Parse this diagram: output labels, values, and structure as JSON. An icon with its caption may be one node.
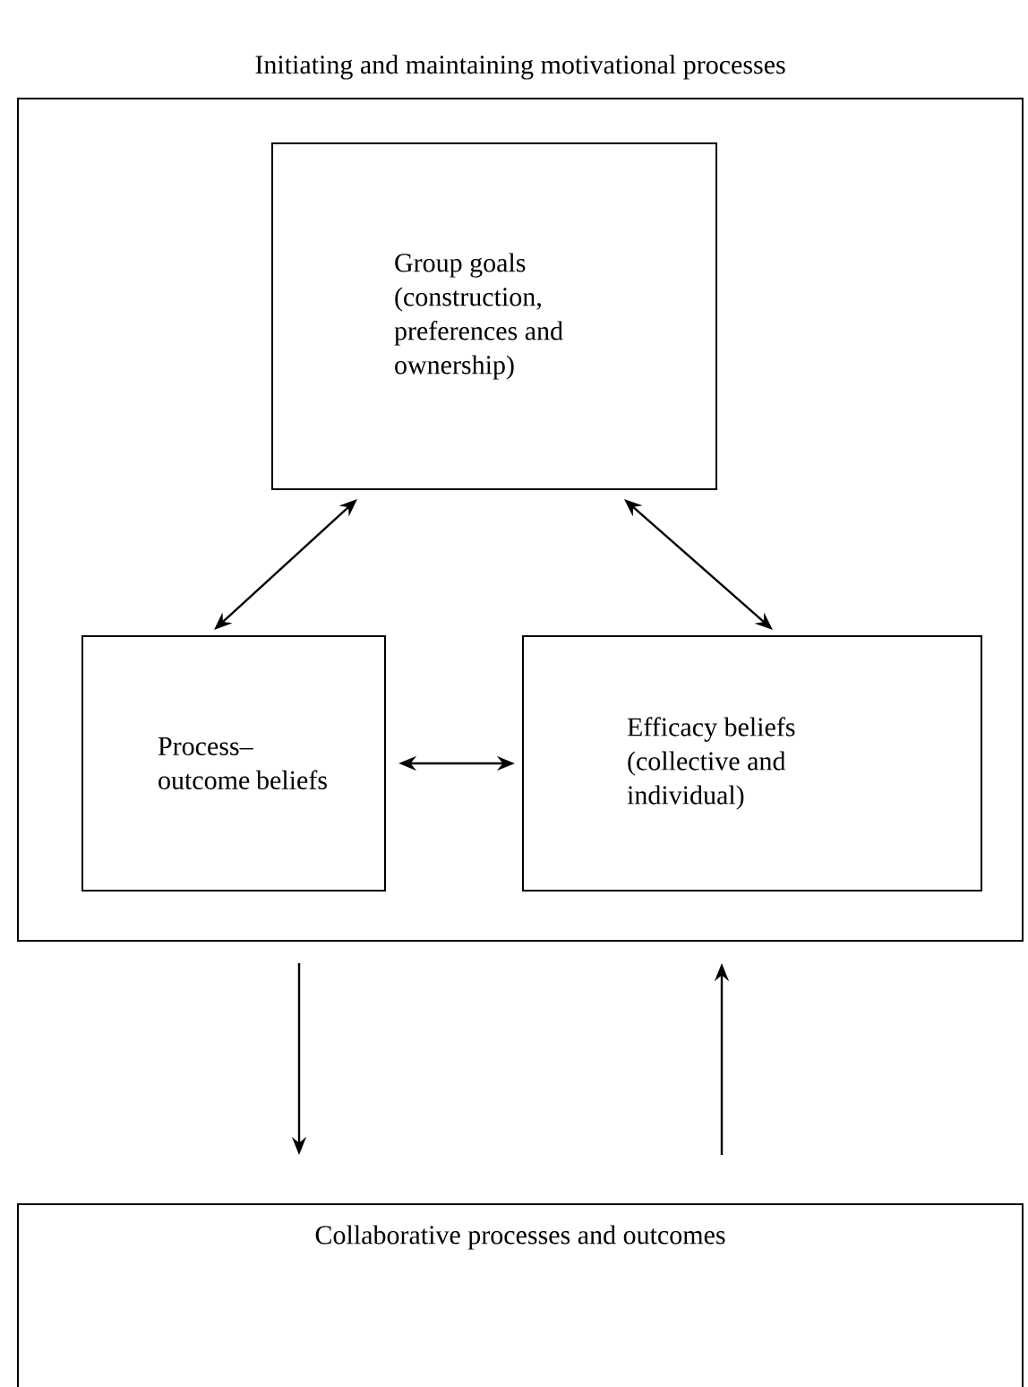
{
  "diagram": {
    "nodes": [
      {
        "text": [
          "Initiating and maintaining motivational processes"
        ]
      },
      {
        "text": [
          "Group goals (construction, preferences and ownership)"
        ],
        "in": 0
      },
      {
        "text": [
          "Process–outcome beliefs"
        ],
        "in": 0
      },
      {
        "text": [
          "Efficacy beliefs (collective and individual)"
        ],
        "in": 0
      },
      {
        "text": [
          "Collaborative processes and outcomes"
        ]
      }
    ],
    "edges": [
      {
        "from": 1,
        "to": 2,
        "arrow": "both"
      },
      {
        "from": 1,
        "to": 3,
        "arrow": "both"
      },
      {
        "from": 2,
        "to": 3,
        "arrow": "both"
      },
      {
        "from": 0,
        "to": 4,
        "arrow": "to"
      },
      {
        "from": 4,
        "to": 0,
        "arrow": "to"
      }
    ]
  }
}
